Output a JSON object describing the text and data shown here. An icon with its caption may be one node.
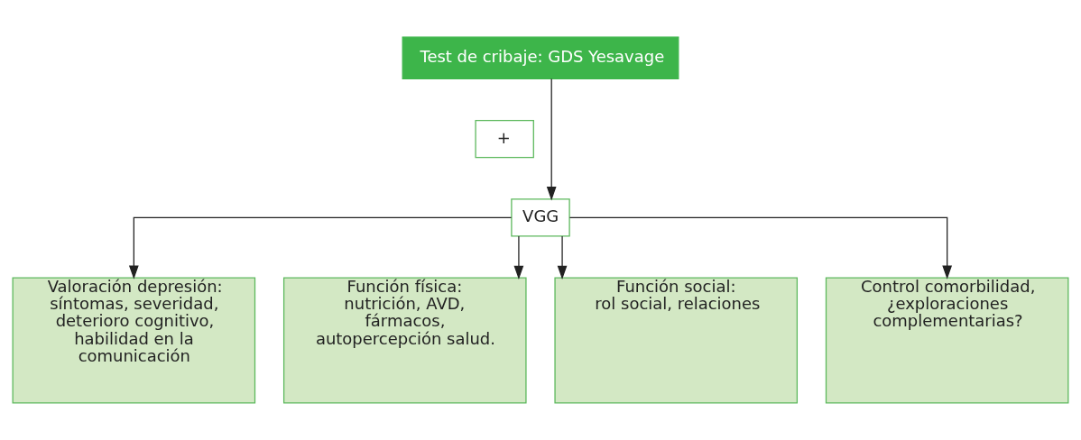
{
  "diagram": {
    "nodes": [
      {
        "text": [
          "Test de cribaje: GDS Yesavage"
        ]
      },
      {
        "text": [
          "+"
        ]
      },
      {
        "text": [
          "VGG"
        ]
      },
      {
        "text": [
          "Valoración depresión:",
          "síntomas, severidad, deterioro cognitivo, habilidad en la comunicación"
        ]
      },
      {
        "text": [
          "Función física:",
          "nutrición, AVD, fármacos, autopercepción salud."
        ]
      },
      {
        "text": [
          "Función social:",
          "rol social, relaciones"
        ]
      },
      {
        "text": [
          "Control comorbilidad,",
          "¿exploraciones complementarias?"
        ]
      }
    ],
    "edges": [
      {
        "from": 0,
        "to": 2,
        "arrow": "to"
      },
      {
        "from": 2,
        "to": 3,
        "arrow": "to"
      },
      {
        "from": 2,
        "to": 4,
        "arrow": "to"
      },
      {
        "from": 2,
        "to": 5,
        "arrow": "to"
      },
      {
        "from": 2,
        "to": 6,
        "arrow": "to"
      }
    ]
  }
}
